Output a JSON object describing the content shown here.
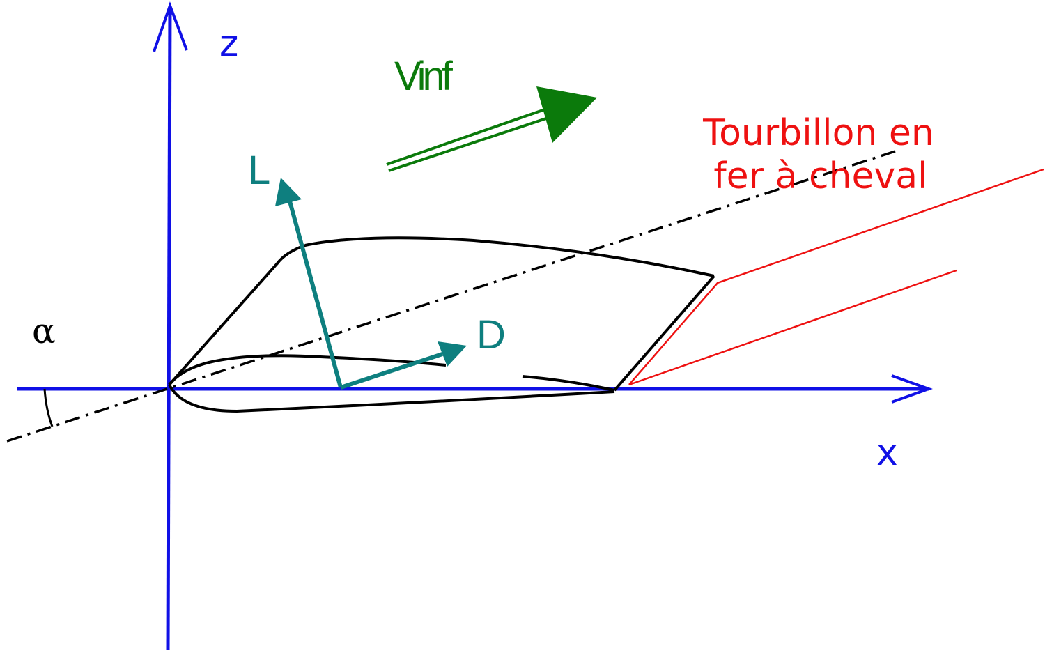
{
  "labels": {
    "z_axis": "z",
    "x_axis": "x",
    "freestream": "Vinf",
    "lift": "L",
    "drag": "D",
    "angle_of_attack": "α",
    "vortex_line1": "Tourbillon en",
    "vortex_line2": "fer à cheval"
  },
  "colors": {
    "axes": "#1010e6",
    "freestream": "#0b7a0b",
    "forces": "#0e7f7f",
    "vortex": "#ee1111",
    "wing": "#000000",
    "chord_line": "#000000"
  }
}
